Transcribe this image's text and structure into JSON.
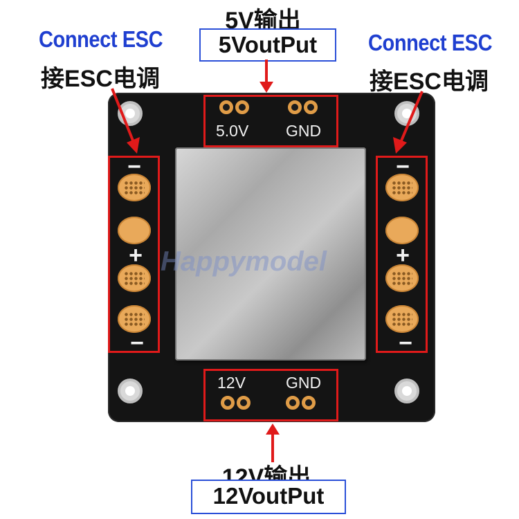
{
  "labels": {
    "top_cn": "5V输出",
    "top_box": "5VoutPut",
    "bottom_cn": "12V输出",
    "bottom_box": "12VoutPut",
    "left_en": "Connect ESC",
    "left_cn": "接ESC电调",
    "right_en": "Connect ESC",
    "right_cn": "接ESC电调"
  },
  "silkscreen": {
    "top_left": "5.0V",
    "top_right": "GND",
    "bottom_left": "12V",
    "bottom_right": "GND",
    "minus": "−",
    "plus": "+"
  },
  "watermark": "Happymodel",
  "colors": {
    "label_blue": "#1f3fd0",
    "highlight_red": "#e01a1a",
    "board": "#141414",
    "pad_gold": "#e9a95a"
  }
}
